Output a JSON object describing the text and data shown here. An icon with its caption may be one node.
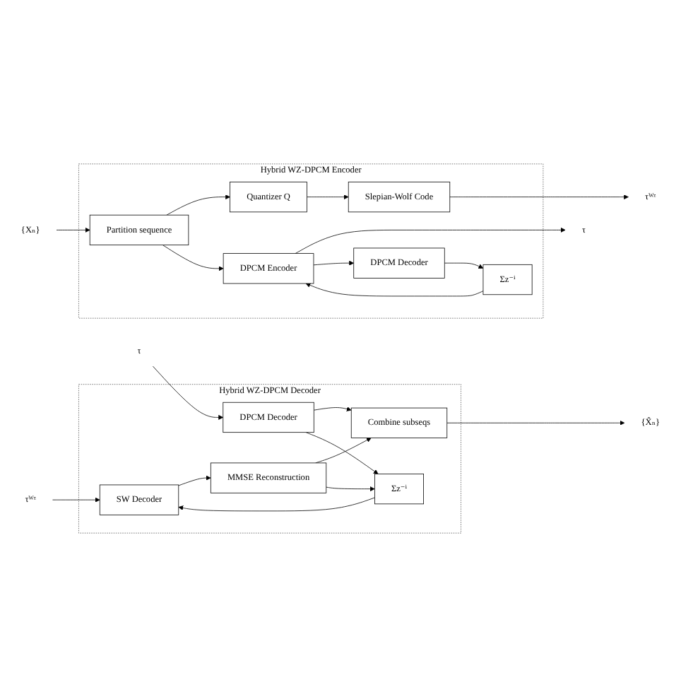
{
  "diagram": {
    "nodes": [
      {
        "text": [
          "Hybrid WZ-DPCM Encoder"
        ]
      },
      {
        "text": [
          "{Xₙ}"
        ]
      },
      {
        "text": [
          "Partition sequence"
        ],
        "in": 0
      },
      {
        "text": [
          "Quantizer Q"
        ],
        "in": 0
      },
      {
        "text": [
          "Slepian-Wolf Code"
        ],
        "in": 0
      },
      {
        "text": [
          "DPCM Encoder"
        ],
        "in": 0
      },
      {
        "text": [
          "Σz⁻ⁱ"
        ],
        "in": 0
      },
      {
        "text": [
          "DPCM Decoder"
        ],
        "in": 0
      },
      {
        "text": [
          "τᵂᶻ"
        ]
      },
      {
        "text": [
          "τ"
        ]
      },
      {
        "text": [
          "Hybrid WZ-DPCM Decoder"
        ]
      },
      {
        "text": [
          "τᵂᶻ"
        ]
      },
      {
        "text": [
          "SW Decoder"
        ],
        "in": 10
      },
      {
        "text": [
          "MMSE Reconstruction"
        ],
        "in": 10
      },
      {
        "text": [
          "Σz⁻ⁱ"
        ],
        "in": 10
      },
      {
        "text": [
          "τ"
        ]
      },
      {
        "text": [
          "DPCM Decoder"
        ],
        "in": 10
      },
      {
        "text": [
          "Combine subseqs"
        ],
        "in": 10
      },
      {
        "text": [
          "{X̂ₙ}"
        ]
      }
    ],
    "edges": [
      {
        "from": 1,
        "to": 2,
        "arrow": "to"
      },
      {
        "from": 2,
        "to": 3,
        "arrow": "to"
      },
      {
        "from": 2,
        "to": 5,
        "arrow": "to"
      },
      {
        "from": 3,
        "to": 4,
        "arrow": "to"
      },
      {
        "from": 4,
        "to": 8,
        "arrow": "to"
      },
      {
        "from": 5,
        "to": 9,
        "arrow": "to"
      },
      {
        "from": 5,
        "to": 7,
        "arrow": "to"
      },
      {
        "from": 7,
        "to": 6,
        "arrow": "to"
      },
      {
        "from": 6,
        "to": 5,
        "arrow": "to"
      },
      {
        "from": 11,
        "to": 12,
        "arrow": "to"
      },
      {
        "from": 12,
        "to": 13,
        "arrow": "to"
      },
      {
        "from": 13,
        "to": 17,
        "arrow": "to"
      },
      {
        "from": 13,
        "to": 14,
        "arrow": "to"
      },
      {
        "from": 14,
        "to": 12,
        "arrow": "to"
      },
      {
        "from": 15,
        "to": 16,
        "arrow": "to"
      },
      {
        "from": 16,
        "to": 17,
        "arrow": "to"
      },
      {
        "from": 16,
        "to": 14,
        "arrow": "to"
      },
      {
        "from": 17,
        "to": 18,
        "arrow": "to"
      }
    ]
  }
}
